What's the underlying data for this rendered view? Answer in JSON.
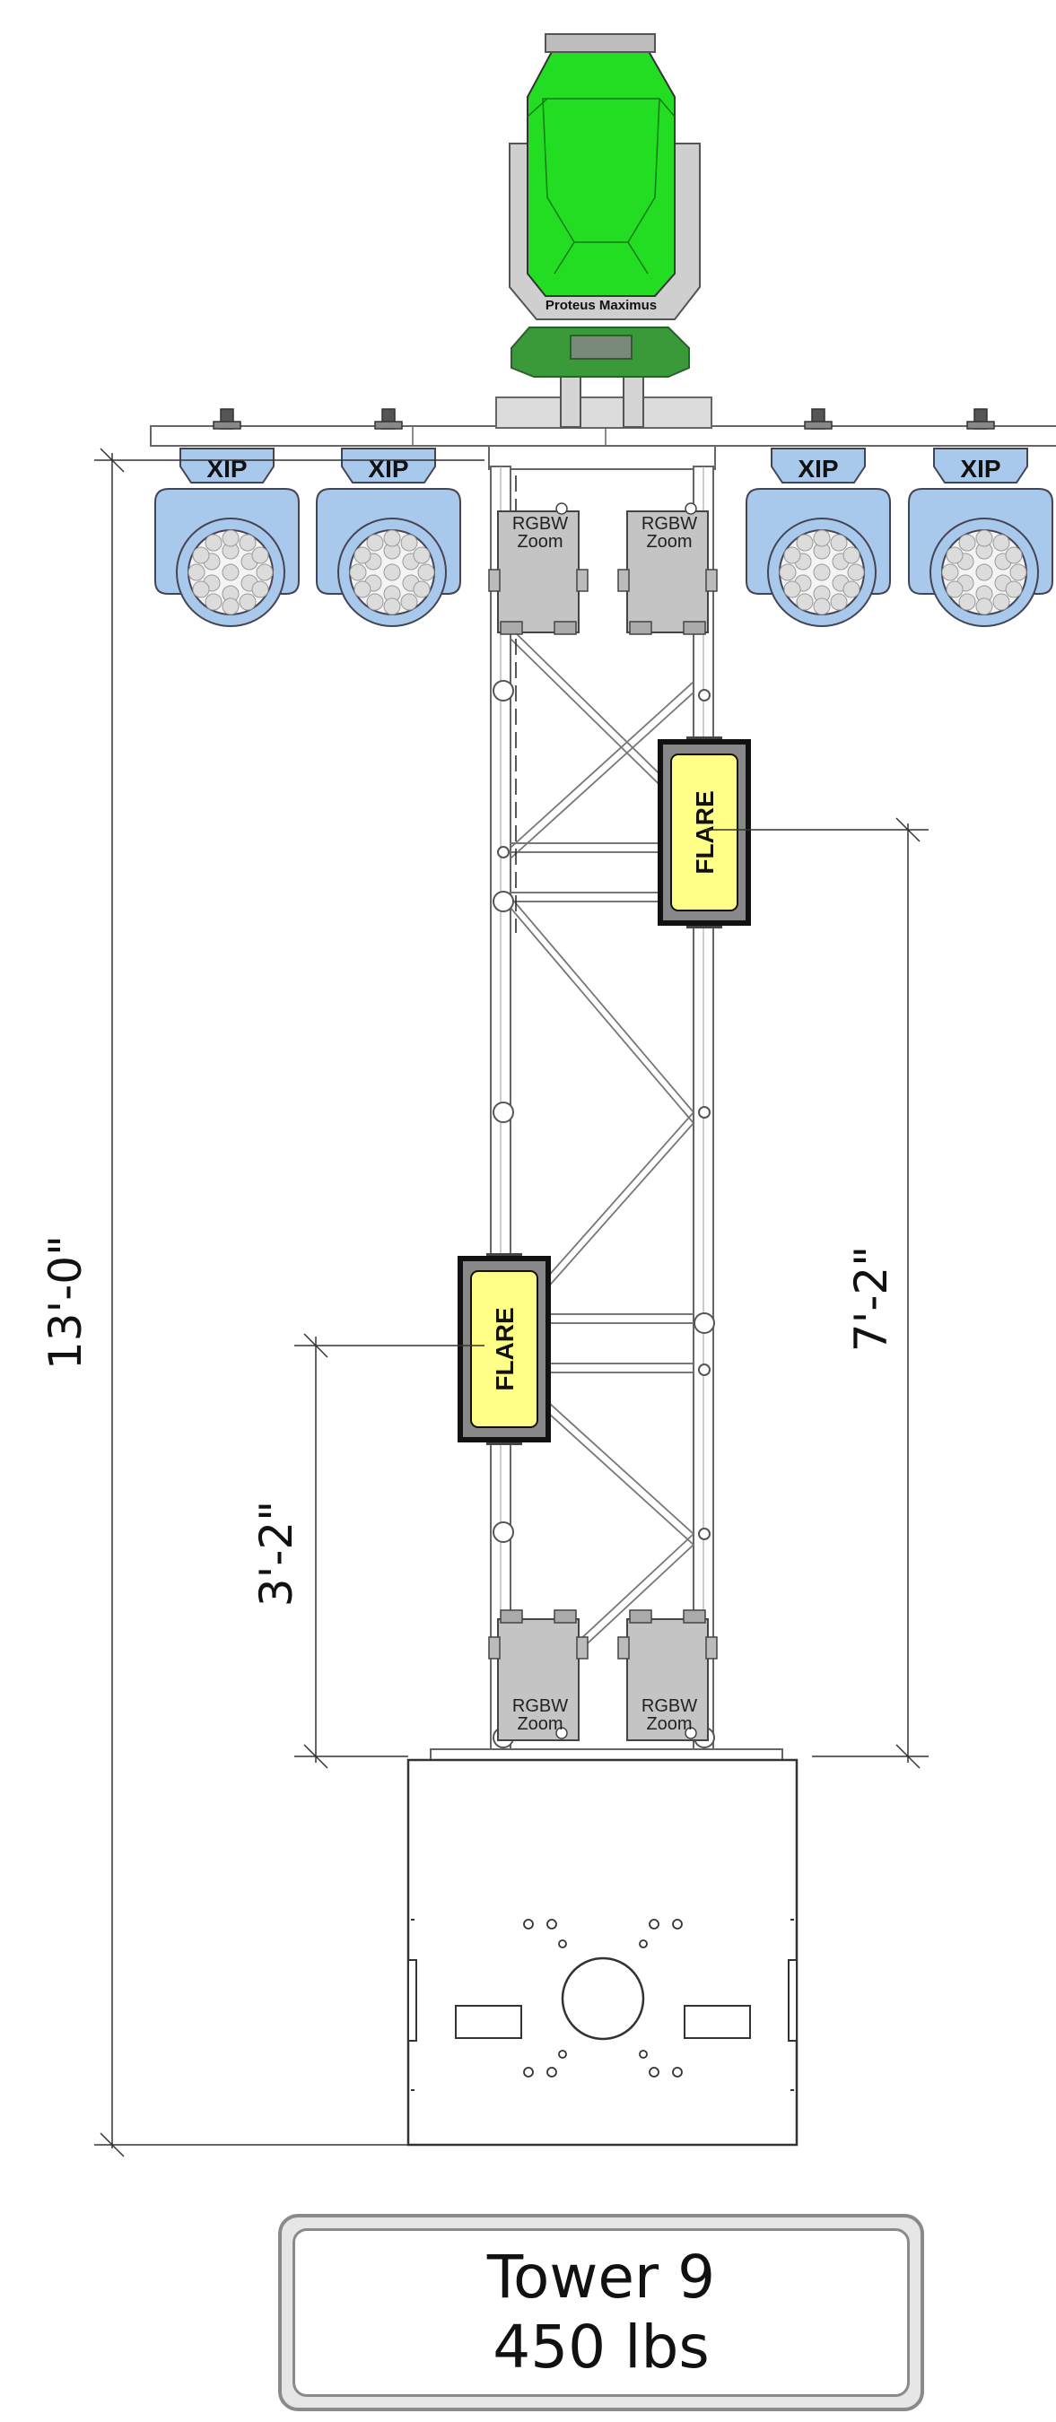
{
  "fixtures": {
    "proteus_label": "Proteus Maximus",
    "xip_label": "XIP",
    "rgbw_line1": "RGBW",
    "rgbw_line2": "Zoom",
    "flare_label": "FLARE"
  },
  "dimensions": {
    "overall": "13'-0\"",
    "upper": "7'-2\"",
    "lower": "3'-2\""
  },
  "title_plate": {
    "name": "Tower 9",
    "weight": "450 lbs"
  },
  "colors": {
    "mover_green": "#22dd22",
    "mover_base_green": "#3a9a3a",
    "xip_blue": "#a9c9ec",
    "flare_yellow": "#ffff88",
    "fixture_gray": "#c4c4c4",
    "line": "#555555"
  }
}
